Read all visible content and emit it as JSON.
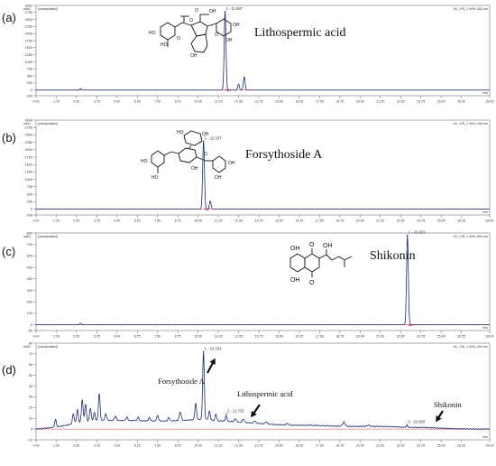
{
  "chart_data": [
    {
      "type": "line",
      "panel_label": "(a)",
      "header_left": "[manipulated]",
      "header_right": "UV_VIS_1  WVL:284 nm",
      "y_unit": "mAU",
      "x_unit": "min",
      "xlim": [
        0,
        28.0
      ],
      "ylim": [
        -200,
        3000
      ],
      "yticks": [
        -200,
        0,
        250,
        500,
        750,
        1000,
        1250,
        1500,
        1750,
        2000,
        2250,
        2500,
        2750,
        3000
      ],
      "xticks": [
        0.0,
        1.25,
        2.5,
        3.75,
        5.0,
        6.25,
        7.5,
        8.75,
        10.0,
        11.25,
        12.5,
        13.75,
        15.0,
        16.25,
        17.5,
        18.75,
        20.0,
        21.25,
        22.5,
        23.75,
        25.0,
        26.25,
        28.0
      ],
      "compound": "Lithospermic acid",
      "peak_labels": [
        {
          "text": "1 - 11.667",
          "x": 11.667,
          "y": 2780
        }
      ],
      "peaks": [
        {
          "x": 2.75,
          "y": 60,
          "w": 0.05
        },
        {
          "x": 11.667,
          "y": 2780,
          "w": 0.055
        },
        {
          "x": 12.5,
          "y": 210,
          "w": 0.05
        },
        {
          "x": 12.85,
          "y": 480,
          "w": 0.05
        }
      ],
      "dip_markers": [
        11.85
      ]
    },
    {
      "type": "line",
      "panel_label": "(b)",
      "header_left": "[manipulated]",
      "header_right": "UV_VIS_1  WVL:284 nm",
      "y_unit": "mAU",
      "x_unit": "min",
      "xlim": [
        0,
        28.0
      ],
      "ylim": [
        -200,
        3000
      ],
      "yticks": [
        -200,
        0,
        250,
        500,
        750,
        1000,
        1250,
        1500,
        1750,
        2000,
        2250,
        2500,
        2750,
        3000
      ],
      "xticks": [
        0.0,
        1.25,
        2.5,
        3.75,
        5.0,
        6.25,
        7.5,
        8.75,
        10.0,
        11.25,
        12.5,
        13.75,
        15.0,
        16.25,
        17.5,
        18.75,
        20.0,
        21.25,
        22.5,
        23.75,
        25.0,
        26.25,
        28.0
      ],
      "compound": "Forsythoside A",
      "peak_labels": [
        {
          "text": "1 - 10.337",
          "x": 10.337,
          "y": 2280
        }
      ],
      "peaks": [
        {
          "x": 10.337,
          "y": 2280,
          "w": 0.055
        },
        {
          "x": 10.75,
          "y": 280,
          "w": 0.05
        }
      ],
      "dip_markers": [
        10.55
      ]
    },
    {
      "type": "line",
      "panel_label": "(c)",
      "header_left": "[manipulated]",
      "header_right": "UV_VIS_1  WVL:284 nm",
      "y_unit": "mAU",
      "x_unit": "min",
      "xlim": [
        0,
        28.0
      ],
      "ylim": [
        -50,
        800
      ],
      "yticks": [
        -50,
        0,
        100,
        200,
        300,
        400,
        500,
        600,
        700,
        800
      ],
      "xticks": [
        0.0,
        1.25,
        2.5,
        3.75,
        5.0,
        6.25,
        7.5,
        8.75,
        10.0,
        11.25,
        12.5,
        13.75,
        15.0,
        16.25,
        17.5,
        18.75,
        20.0,
        21.25,
        22.5,
        23.75,
        25.0,
        26.25,
        28.0
      ],
      "compound": "Shikonin",
      "peak_labels": [
        {
          "text": "1 - 22.923",
          "x": 22.923,
          "y": 780
        }
      ],
      "peaks": [
        {
          "x": 2.75,
          "y": 12,
          "w": 0.05
        },
        {
          "x": 22.923,
          "y": 780,
          "w": 0.055
        }
      ],
      "dip_markers": [
        23.1
      ]
    },
    {
      "type": "line",
      "panel_label": "(d)",
      "header_left": "[manipulated]",
      "header_right": "UV_VIS_1  WVL:284 nm",
      "y_unit": "mAU",
      "x_unit": "min",
      "xlim": [
        0,
        28.0
      ],
      "ylim": [
        -10,
        80
      ],
      "yticks": [
        -10,
        0,
        10,
        20,
        30,
        40,
        50,
        60,
        70,
        80
      ],
      "xticks": [
        0.0,
        1.25,
        2.5,
        3.75,
        5.0,
        6.25,
        7.5,
        8.75,
        10.0,
        11.25,
        12.5,
        13.75,
        15.0,
        16.25,
        17.5,
        18.75,
        20.0,
        21.25,
        22.5,
        23.75,
        25.0,
        26.25,
        28.0
      ],
      "peak_labels": [
        {
          "text": "1 - 10.333",
          "x": 10.333,
          "y": 72
        },
        {
          "text": "2 - 11.733",
          "x": 11.733,
          "y": 14
        },
        {
          "text": "3 - 22.893",
          "x": 22.893,
          "y": 4
        }
      ],
      "annotations": [
        {
          "text": "Forsythoside A",
          "x": 10.333
        },
        {
          "text": "Lithospermic acid",
          "x": 11.733
        },
        {
          "text": "Shikonin",
          "x": 22.893
        }
      ],
      "baseline": [
        [
          0,
          0
        ],
        [
          0.4,
          0.5
        ],
        [
          1.0,
          1.5
        ],
        [
          1.5,
          2.5
        ],
        [
          2.0,
          4
        ],
        [
          2.5,
          6
        ],
        [
          3.0,
          7
        ],
        [
          3.5,
          8
        ],
        [
          4.0,
          8
        ],
        [
          5.0,
          8
        ],
        [
          6.0,
          8
        ],
        [
          7.0,
          7.5
        ],
        [
          8.0,
          7.5
        ],
        [
          9.0,
          8
        ],
        [
          9.5,
          8.5
        ],
        [
          10.0,
          9
        ],
        [
          10.5,
          9
        ],
        [
          11.0,
          8
        ],
        [
          11.5,
          7.5
        ],
        [
          12.0,
          7
        ],
        [
          13.0,
          6
        ],
        [
          14.0,
          5
        ],
        [
          15.0,
          4
        ],
        [
          16.0,
          3.5
        ],
        [
          17.0,
          3.5
        ],
        [
          18.0,
          3
        ],
        [
          19.0,
          2.5
        ],
        [
          20.0,
          2.5
        ],
        [
          21.0,
          2.5
        ],
        [
          22.0,
          2.2
        ],
        [
          23.0,
          1.5
        ],
        [
          24.0,
          1.5
        ],
        [
          25.0,
          0.8
        ],
        [
          26.0,
          0.3
        ],
        [
          27.0,
          0
        ],
        [
          28.0,
          0
        ]
      ],
      "peaks": [
        {
          "x": 1.2,
          "y": 7,
          "w": 0.05
        },
        {
          "x": 2.3,
          "y": 9,
          "w": 0.05
        },
        {
          "x": 2.55,
          "y": 12,
          "w": 0.05
        },
        {
          "x": 2.85,
          "y": 21,
          "w": 0.05
        },
        {
          "x": 3.05,
          "y": 16,
          "w": 0.05
        },
        {
          "x": 3.35,
          "y": 12,
          "w": 0.05
        },
        {
          "x": 3.6,
          "y": 7,
          "w": 0.05
        },
        {
          "x": 3.9,
          "y": 25,
          "w": 0.05
        },
        {
          "x": 4.3,
          "y": 6,
          "w": 0.06
        },
        {
          "x": 4.9,
          "y": 4,
          "w": 0.06
        },
        {
          "x": 5.6,
          "y": 3,
          "w": 0.06
        },
        {
          "x": 6.3,
          "y": 3,
          "w": 0.06
        },
        {
          "x": 7.0,
          "y": 3,
          "w": 0.06
        },
        {
          "x": 7.5,
          "y": 5,
          "w": 0.06
        },
        {
          "x": 8.2,
          "y": 3,
          "w": 0.06
        },
        {
          "x": 8.9,
          "y": 8,
          "w": 0.06
        },
        {
          "x": 9.85,
          "y": 15,
          "w": 0.05
        },
        {
          "x": 10.333,
          "y": 63,
          "w": 0.05
        },
        {
          "x": 10.7,
          "y": 8,
          "w": 0.05
        },
        {
          "x": 11.1,
          "y": 6,
          "w": 0.05
        },
        {
          "x": 11.733,
          "y": 5,
          "w": 0.05
        },
        {
          "x": 12.3,
          "y": 3,
          "w": 0.06
        },
        {
          "x": 12.8,
          "y": 3,
          "w": 0.06
        },
        {
          "x": 13.5,
          "y": 2,
          "w": 0.06
        },
        {
          "x": 14.2,
          "y": 2,
          "w": 0.06
        },
        {
          "x": 15.5,
          "y": 1.5,
          "w": 0.06
        },
        {
          "x": 19.0,
          "y": 4,
          "w": 0.08
        },
        {
          "x": 20.5,
          "y": 1.2,
          "w": 0.08
        },
        {
          "x": 22.893,
          "y": 1.5,
          "w": 0.06
        }
      ]
    }
  ]
}
